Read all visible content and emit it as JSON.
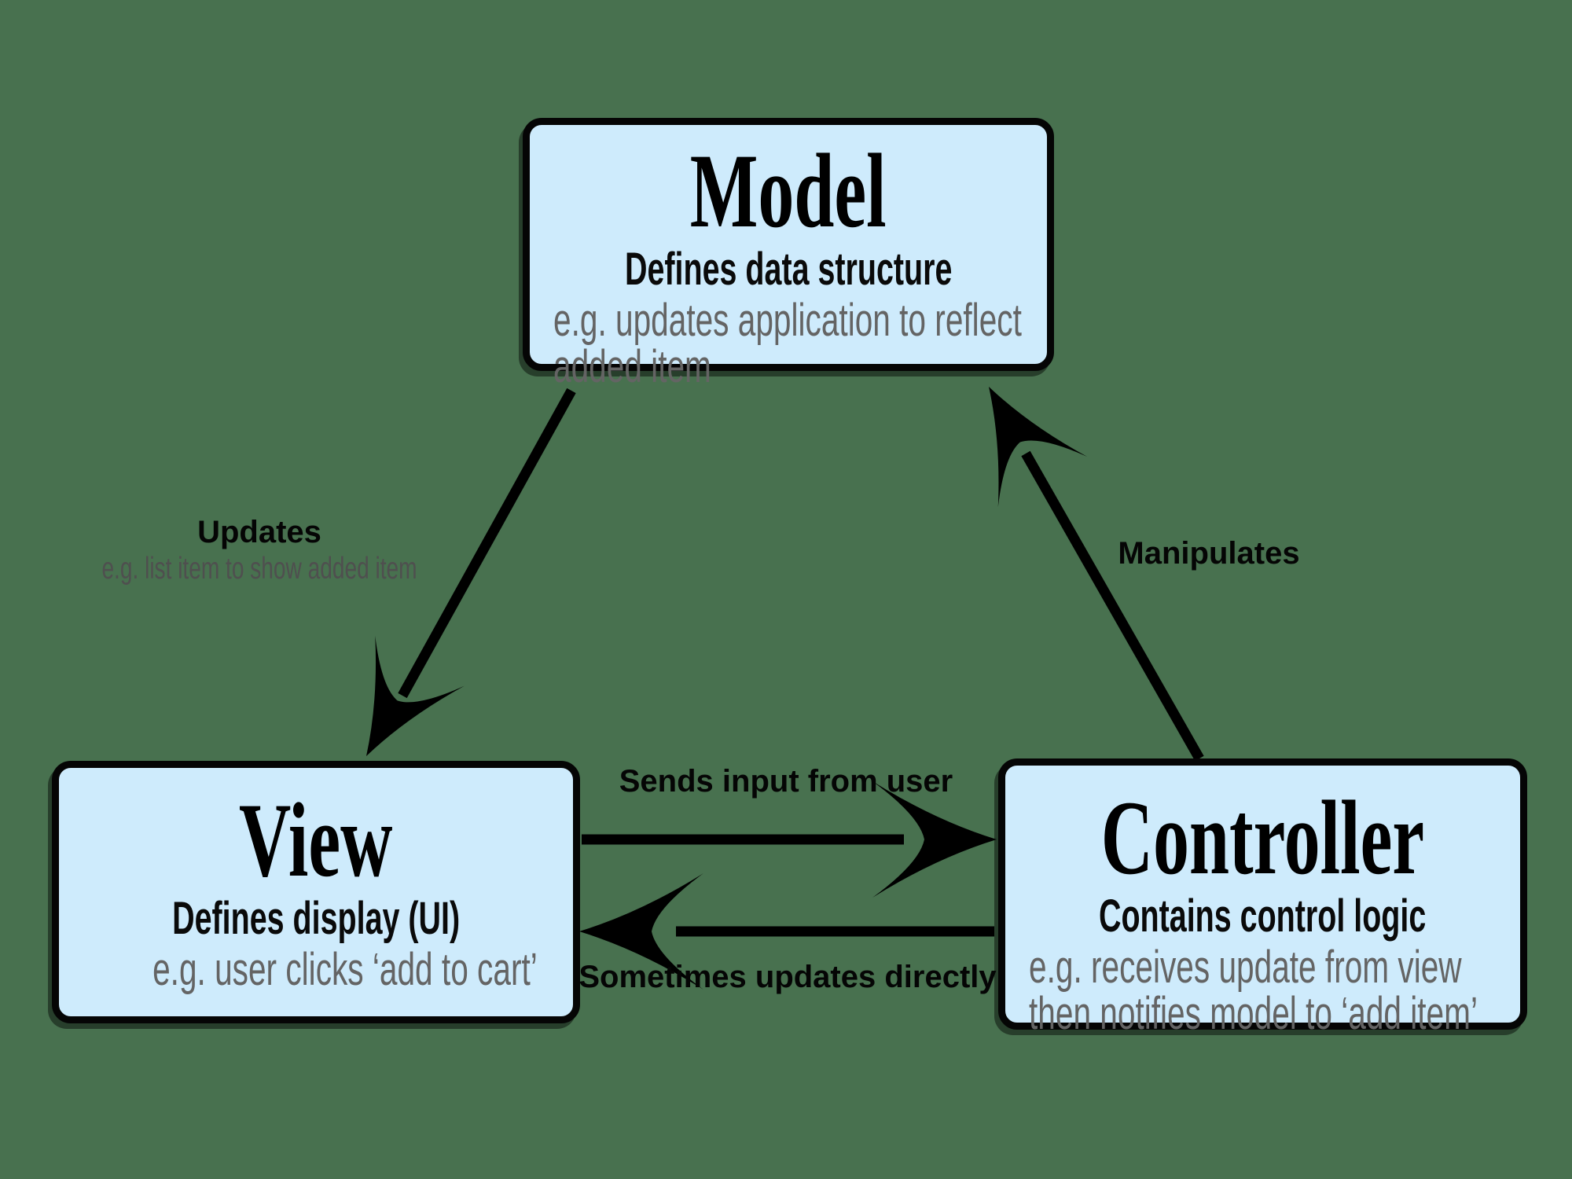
{
  "colors": {
    "background": "#48714F",
    "box_fill": "#CEEBFC",
    "box_border": "#000000",
    "primary_text": "#000000",
    "secondary_text": "#646464",
    "arrow": "#000000"
  },
  "boxes": {
    "model": {
      "title": "Model",
      "subtitle": "Defines data structure",
      "example_lines": [
        "e.g. updates application to reflect",
        "added item"
      ]
    },
    "view": {
      "title": "View",
      "subtitle": "Defines display (UI)",
      "example_lines": [
        "e.g. user clicks ‘add to cart’"
      ]
    },
    "controller": {
      "title": "Controller",
      "subtitle": "Contains control logic",
      "example_lines": [
        "e.g. receives update from view",
        "then notifies model to ‘add item’"
      ]
    }
  },
  "arrows": {
    "updates": {
      "label": "Updates",
      "sublabel": "e.g. list item to show added item",
      "from_box": "Model",
      "to_box": "View"
    },
    "manipulates": {
      "label": "Manipulates",
      "from_box": "Controller",
      "to_box": "Model"
    },
    "sends_input": {
      "label": "Sends input from user",
      "from_box": "View",
      "to_box": "Controller"
    },
    "sometimes_updates": {
      "label": "Sometimes updates directly",
      "from_box": "Controller",
      "to_box": "View"
    }
  }
}
